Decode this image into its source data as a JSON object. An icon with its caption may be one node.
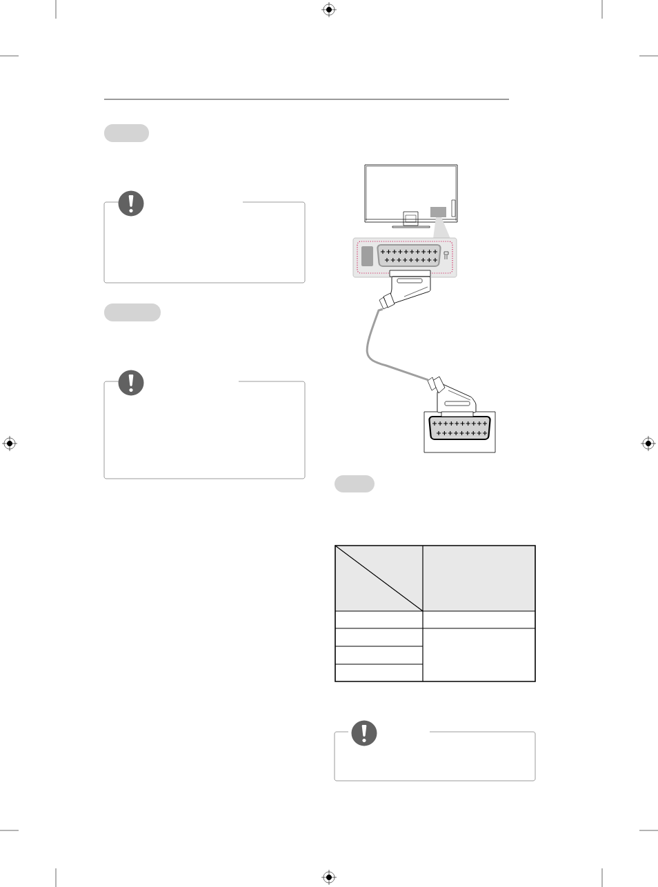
{
  "diagram": {
    "nodes": [
      {
        "text": [],
        "shape": "box"
      },
      {
        "text": [],
        "shape": "box"
      },
      {
        "text": [],
        "shape": "box"
      },
      {
        "text": [],
        "shape": "picture"
      },
      {
        "text": [],
        "shape": "picture"
      },
      {
        "text": [],
        "shape": "box"
      },
      {
        "text": [],
        "shape": "box"
      }
    ],
    "edges": [
      {
        "from": 3,
        "to": 4,
        "arrow": "none"
      }
    ]
  }
}
